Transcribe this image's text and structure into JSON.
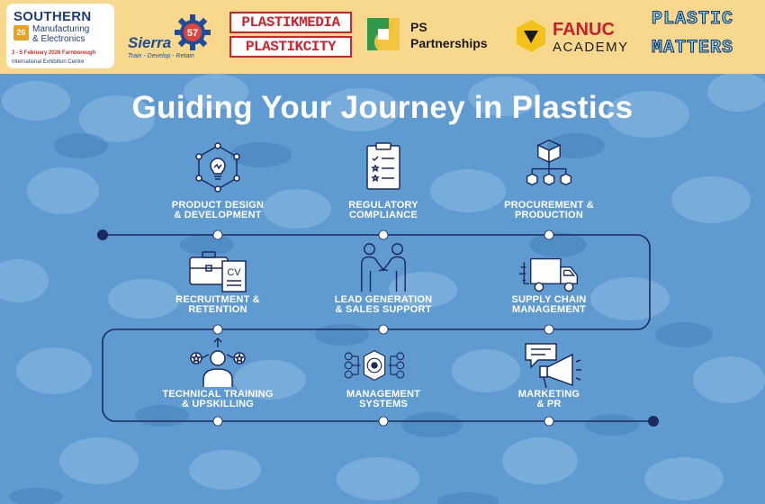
{
  "header": {
    "southern": {
      "name": "SOUTHERN",
      "badge": "26",
      "line1": "Manufacturing",
      "line2": "& Electronics",
      "dates": "3 - 5 February 2026 Farnborough",
      "venue": "International Exhibition Centre"
    },
    "sierra": {
      "name": "Sierra",
      "number": "57",
      "tagline": "Train - Develop - Retain"
    },
    "plastikmedia": {
      "line1": "PLASTIKMEDIA",
      "line2": "PLASTIKCITY"
    },
    "ps": {
      "line1": "PS",
      "line2": "Partnerships"
    },
    "fanuc": {
      "line1": "FANUC",
      "line2": "ACADEMY"
    },
    "plastic_matters": {
      "line1": "PLASTIC",
      "line2": "MATTERS"
    }
  },
  "title": "Guiding Your Journey in Plastics",
  "steps": [
    {
      "line1": "PRODUCT DESIGN",
      "line2": "& DEVELOPMENT",
      "icon": "lightbulb-network-icon"
    },
    {
      "line1": "REGULATORY",
      "line2": "COMPLIANCE",
      "icon": "clipboard-checklist-icon"
    },
    {
      "line1": "PROCUREMENT &",
      "line2": "PRODUCTION",
      "icon": "box-network-icon"
    },
    {
      "line1": "RECRUITMENT &",
      "line2": "RETENTION",
      "icon": "briefcase-cv-icon"
    },
    {
      "line1": "LEAD GENERATION",
      "line2": "& SALES SUPPORT",
      "icon": "handshake-icon"
    },
    {
      "line1": "SUPPLY CHAIN",
      "line2": "MANAGEMENT",
      "icon": "delivery-truck-icon"
    },
    {
      "line1": "TECHNICAL TRAINING",
      "line2": "& UPSKILLING",
      "icon": "person-stars-icon"
    },
    {
      "line1": "MANAGEMENT",
      "line2": "SYSTEMS",
      "icon": "gear-system-icon"
    },
    {
      "line1": "MARKETING",
      "line2": "& PR",
      "icon": "megaphone-icon"
    }
  ],
  "colors": {
    "header_bg": "#f8d88c",
    "background": "#5f9bd0",
    "path": "#1b2a5e",
    "node_fill": "#ffffff"
  }
}
